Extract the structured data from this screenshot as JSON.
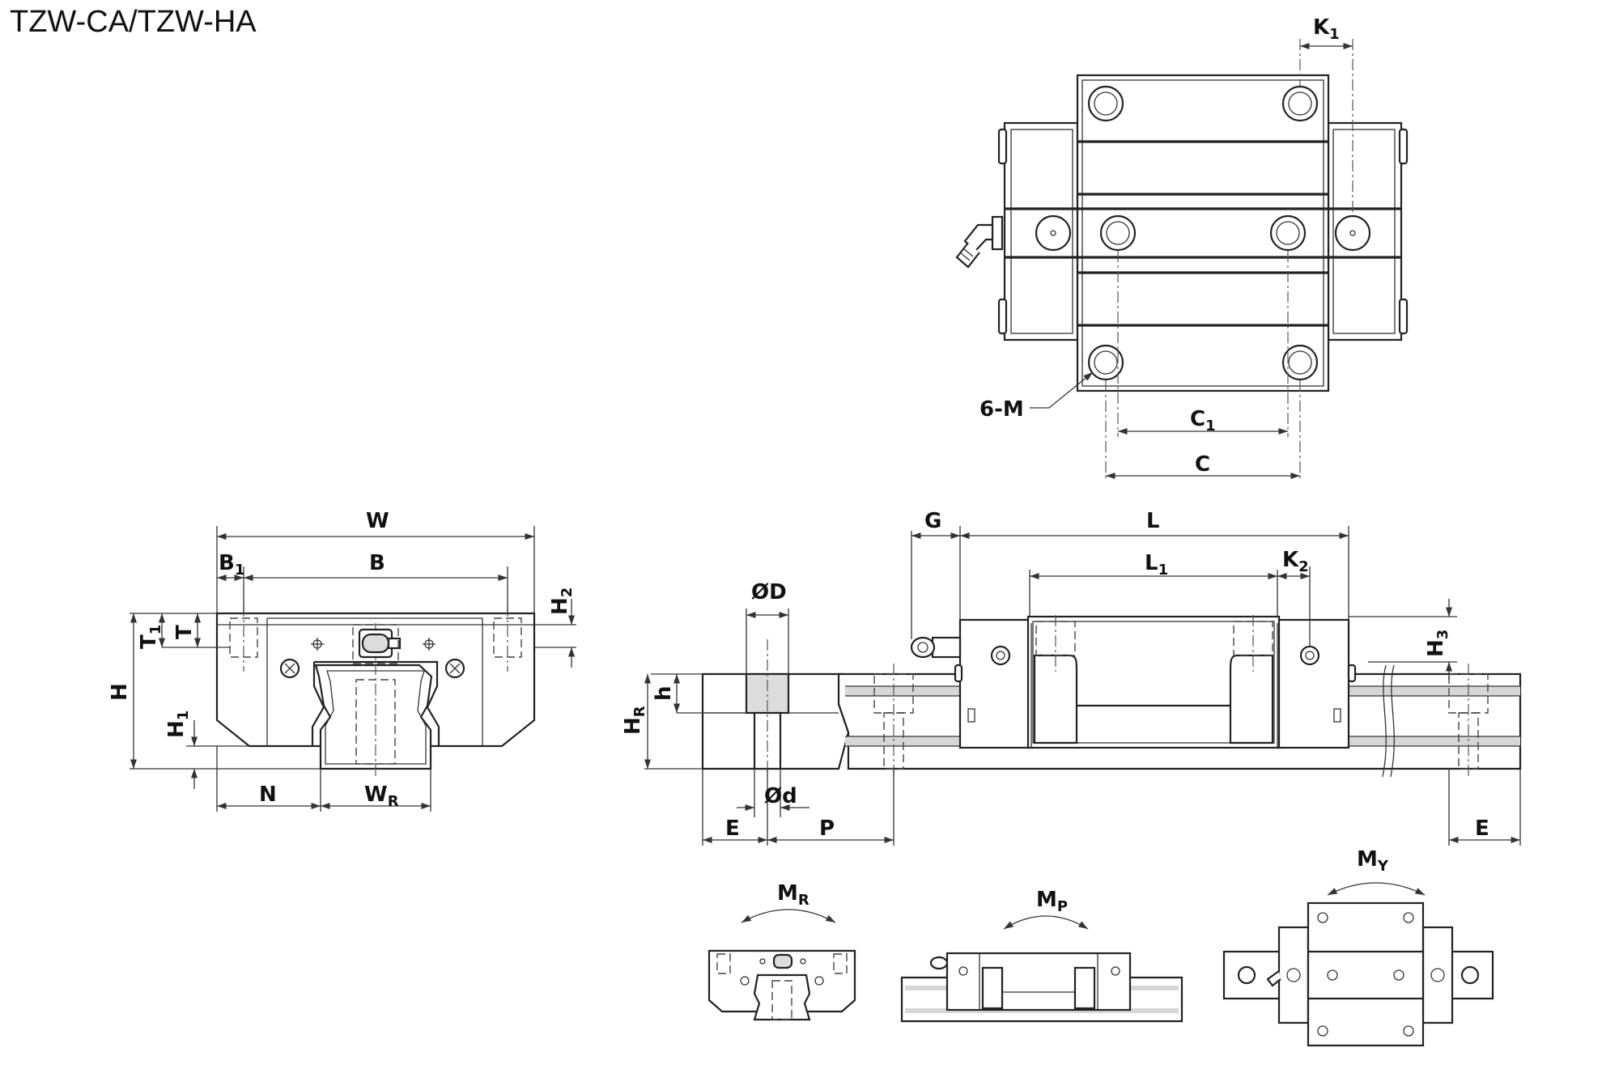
{
  "title": "TZW-CA/TZW-HA",
  "labels": {
    "k1": {
      "main": "K",
      "sub": "1"
    },
    "six_m": "6-M",
    "c1": {
      "main": "C",
      "sub": "1"
    },
    "c": "C",
    "w": "W",
    "b1": {
      "main": "B",
      "sub": "1"
    },
    "b": "B",
    "h2": {
      "main": "H",
      "sub": "2"
    },
    "t1": {
      "main": "T",
      "sub": "1"
    },
    "t": "T",
    "h": "H",
    "h1": {
      "main": "H",
      "sub": "1"
    },
    "n": "N",
    "wr": {
      "main": "W",
      "sub": "R"
    },
    "od": "ØD",
    "small_h": "h",
    "hr": {
      "main": "H",
      "sub": "R"
    },
    "od_small": "Ød",
    "e_left": "E",
    "p": "P",
    "g": "G",
    "l": "L",
    "l1": {
      "main": "L",
      "sub": "1"
    },
    "k2": {
      "main": "K",
      "sub": "2"
    },
    "h3": {
      "main": "H",
      "sub": "3"
    },
    "e_right": "E",
    "mr": {
      "main": "M",
      "sub": "R"
    },
    "mp": {
      "main": "M",
      "sub": "P"
    },
    "my": {
      "main": "M",
      "sub": "Y"
    }
  }
}
